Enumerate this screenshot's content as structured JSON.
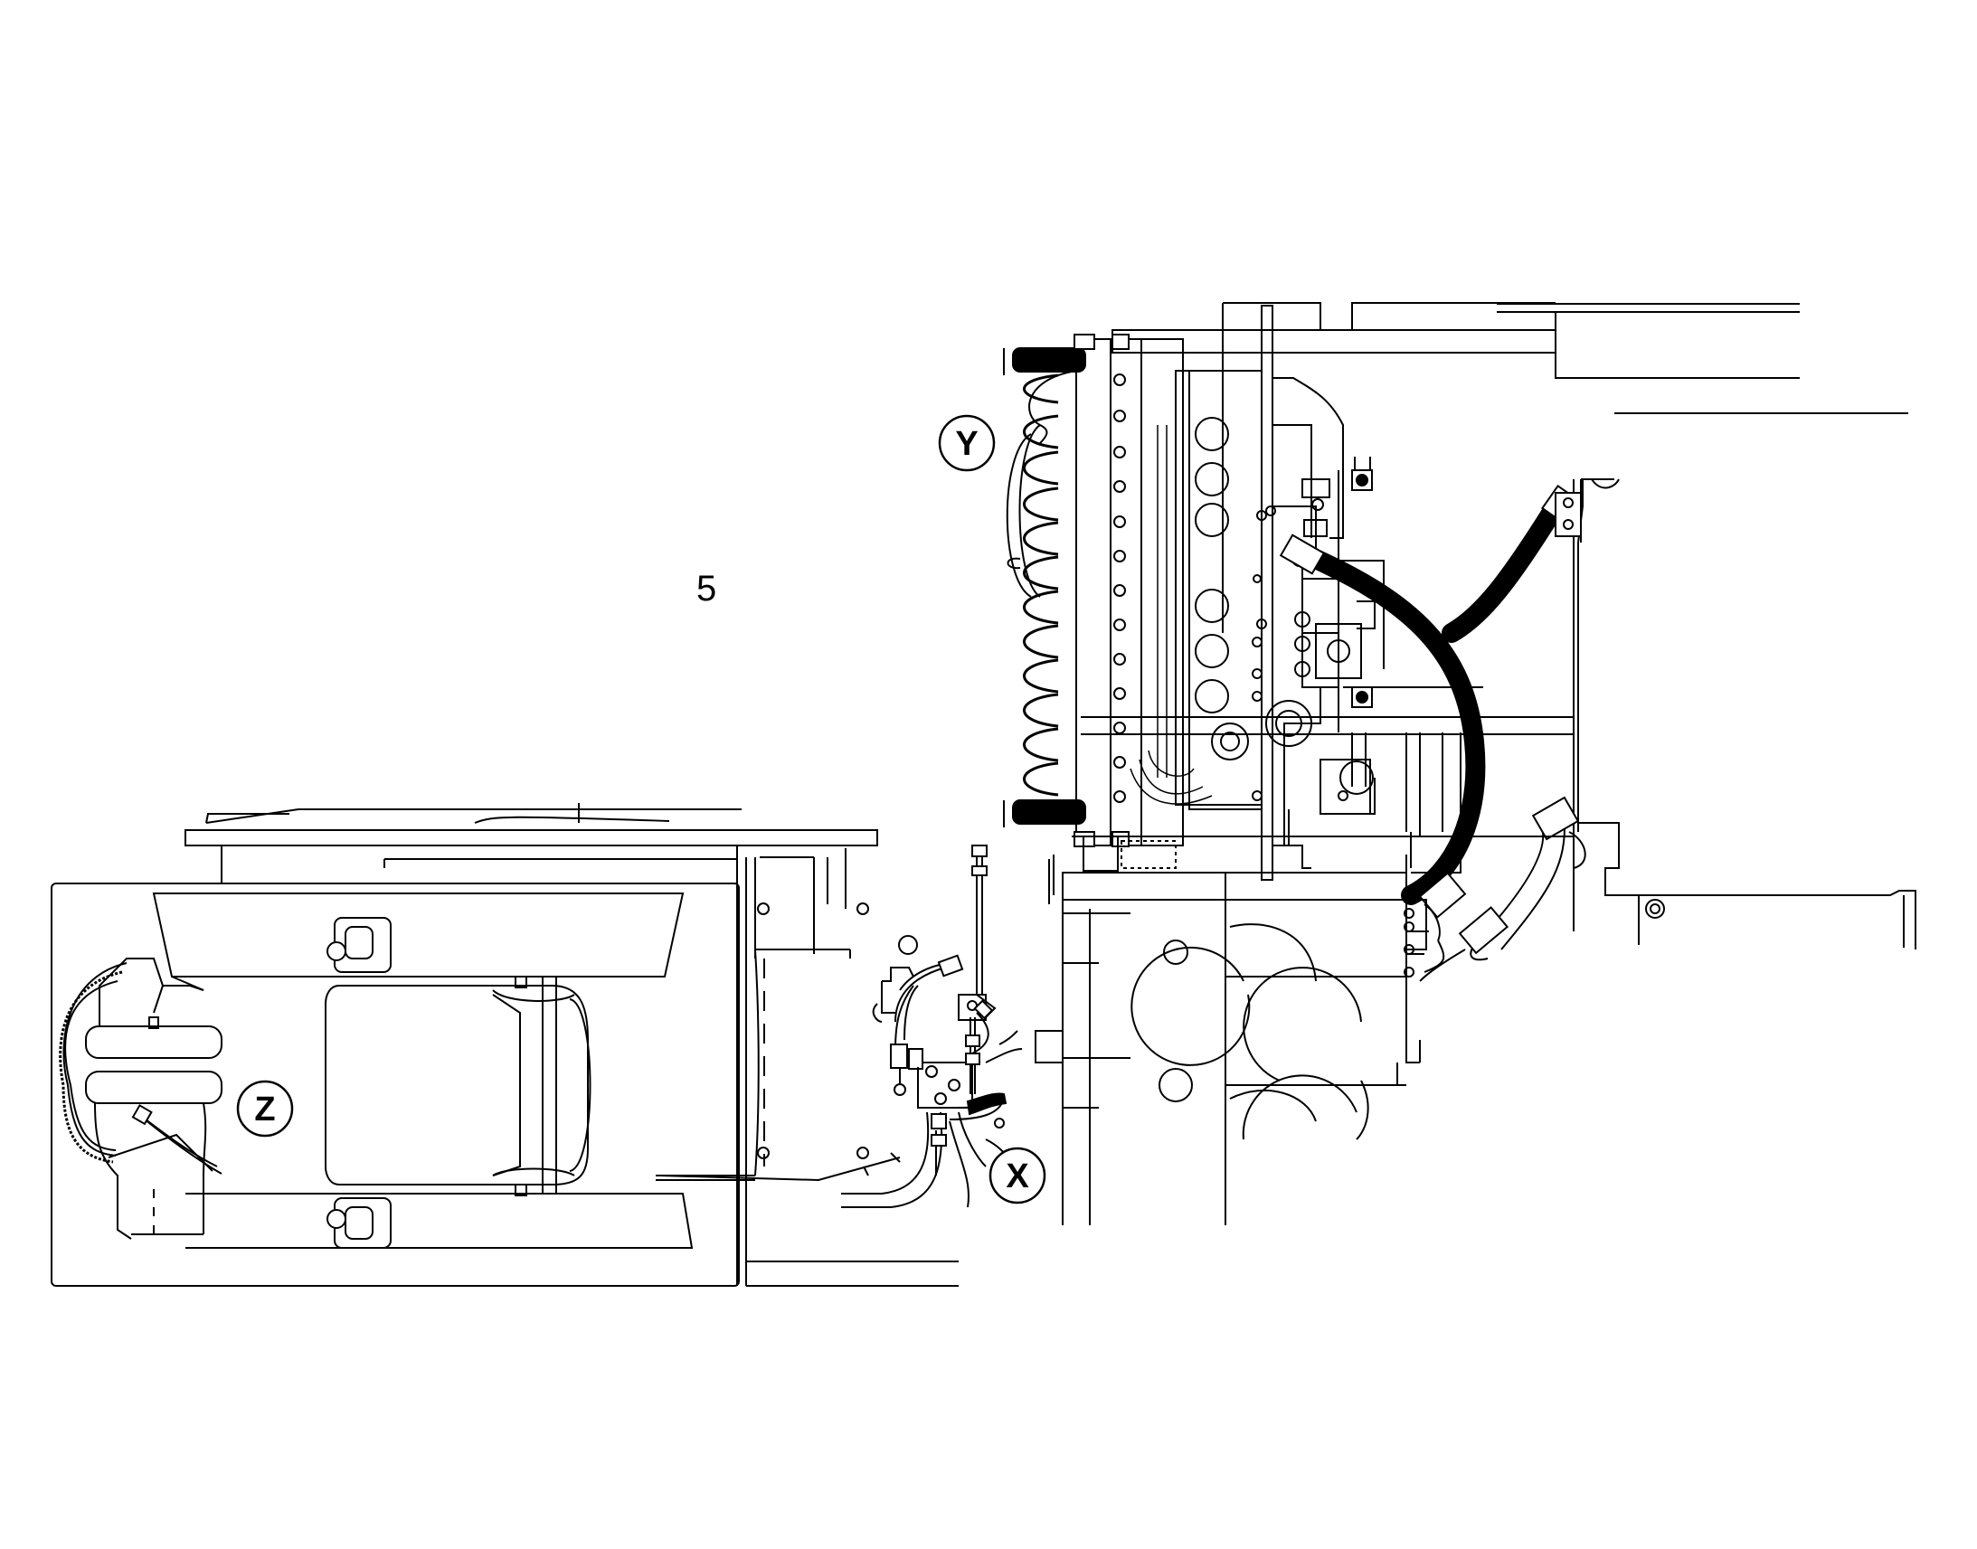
{
  "figure": {
    "reference_number": "5",
    "callouts": {
      "y": "Y",
      "z": "Z",
      "x": "X"
    }
  }
}
